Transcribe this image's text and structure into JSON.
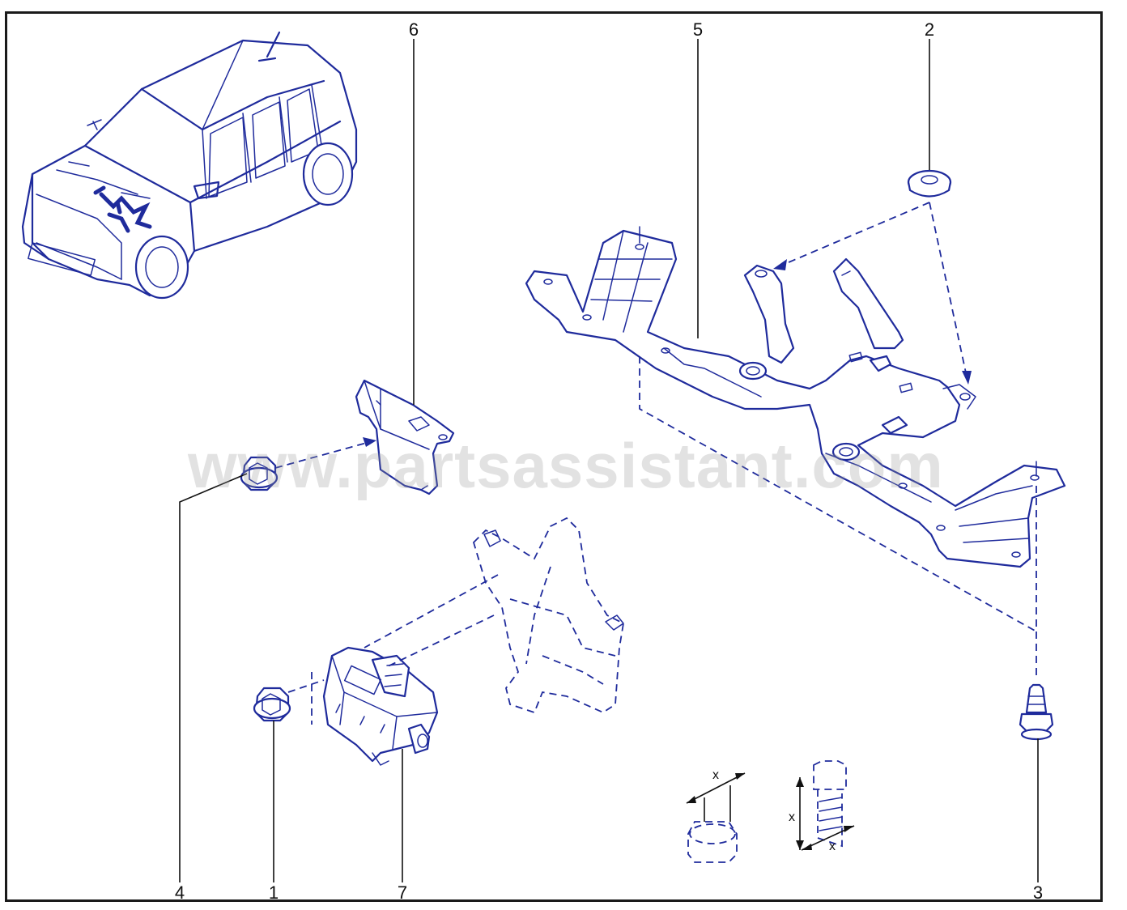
{
  "diagram": {
    "watermark": "www.partsassistant.com",
    "callouts": [
      {
        "id": "6",
        "label": "6"
      },
      {
        "id": "5",
        "label": "5"
      },
      {
        "id": "2",
        "label": "2"
      },
      {
        "id": "4",
        "label": "4"
      },
      {
        "id": "1",
        "label": "1"
      },
      {
        "id": "7",
        "label": "7"
      },
      {
        "id": "3",
        "label": "3"
      }
    ],
    "dimension_labels": {
      "nut_width": "x",
      "bolt_length": "x",
      "bolt_diameter": "x"
    },
    "colors": {
      "line_art": "#1f2b9c",
      "frame": "#1a1a1a",
      "watermark": "#969696"
    }
  }
}
